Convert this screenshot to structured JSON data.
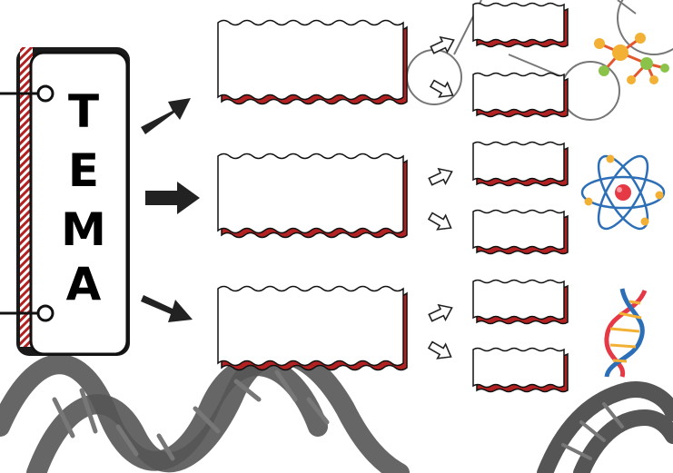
{
  "title": {
    "letters": [
      "T",
      "E",
      "M",
      "A"
    ]
  },
  "colors": {
    "accent": "#b22222",
    "dark": "#111111",
    "dna_gray": "#555555",
    "background": "#ffffff"
  },
  "main_boxes": [
    {
      "text": ""
    },
    {
      "text": ""
    },
    {
      "text": ""
    }
  ],
  "sub_boxes": [
    {
      "text": ""
    },
    {
      "text": ""
    },
    {
      "text": ""
    },
    {
      "text": ""
    },
    {
      "text": ""
    },
    {
      "text": ""
    }
  ],
  "icons": [
    "molecule-icon",
    "atom-icon",
    "dna-icon",
    "dna-helix-background",
    "arrow-icon"
  ]
}
